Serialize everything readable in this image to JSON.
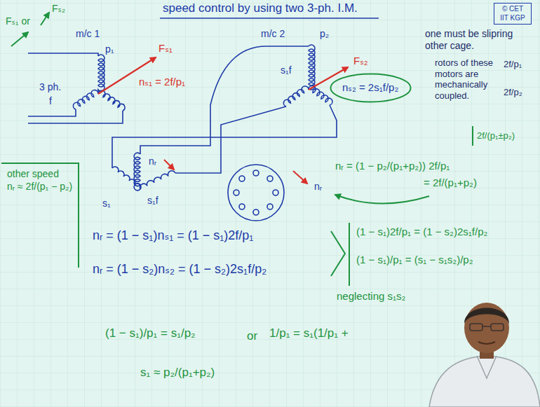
{
  "diagram": {
    "title": "speed control by using two 3-ph. I.M.",
    "nodes": [
      {
        "text": [
          "© CET IIT KGP"
        ]
      },
      {
        "text": [
          "nₛ₂ = 2s₁f/p₂"
        ]
      },
      {
        "text": [
          "other speed",
          "nᵣ ≈ 2f/(p₁ − p₂)"
        ]
      }
    ],
    "labels": [
      "Fₛ₁ or",
      "Fₛ₂",
      "m/c 1",
      "p₁",
      "Fₛ₁",
      "nₛ₁ = 2f/p₁",
      "m/c 2",
      "p₂",
      "s₁f",
      "Fₛ₂",
      "one must be slipring other cage.",
      "rotors of these motors are mechanically coupled.",
      "2f/p₁",
      "2f/p₂",
      "3 ph.",
      "f",
      "nᵣ",
      "s₁",
      "s₁f",
      "nᵣ",
      "nᵣ = (1 − p₂/(p₁+p₂)) 2f/p₁",
      "= 2f/(p₁+p₂)",
      "2f/(p₁±p₂)",
      "nᵣ = (1 − s₁)nₛ₁ = (1 − s₁)2f/p₁",
      "nᵣ = (1 − s₂)nₛ₂ = (1 − s₂)2s₁f/p₂",
      "(1 − s₁)2f/p₁ = (1 − s₂)2s₁f/p₂",
      "(1 − s₁)/p₁ = (s₁ − s₁s₂)/p₂",
      "neglecting s₁s₂",
      "(1 − s₁)/p₁ = s₁/p₂",
      "or",
      "1/p₁ = s₁(1/p₁ +",
      "s₁ ≈ p₂/(p₁+p₂)"
    ]
  }
}
